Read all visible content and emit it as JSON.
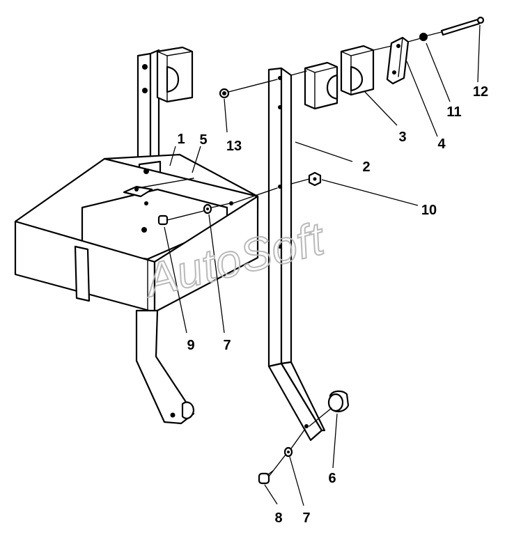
{
  "diagram": {
    "watermark": "AutoSoft",
    "callouts": [
      {
        "id": "c1",
        "text": "1"
      },
      {
        "id": "c2",
        "text": "2"
      },
      {
        "id": "c3",
        "text": "3"
      },
      {
        "id": "c4",
        "text": "4"
      },
      {
        "id": "c5",
        "text": "5"
      },
      {
        "id": "c6",
        "text": "6"
      },
      {
        "id": "c7a",
        "text": "7"
      },
      {
        "id": "c7b",
        "text": "7"
      },
      {
        "id": "c8",
        "text": "8"
      },
      {
        "id": "c9",
        "text": "9"
      },
      {
        "id": "c10",
        "text": "10"
      },
      {
        "id": "c11",
        "text": "11"
      },
      {
        "id": "c12",
        "text": "12"
      },
      {
        "id": "c13",
        "text": "13"
      }
    ]
  }
}
